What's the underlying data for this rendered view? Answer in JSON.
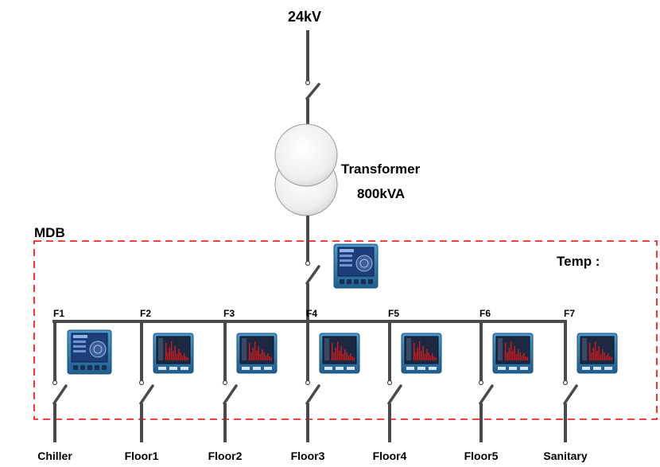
{
  "supply": {
    "voltage": "24kV"
  },
  "transformer": {
    "name": "Transformer",
    "rating": "800kVA"
  },
  "mdb": {
    "label": "MDB",
    "temp_label": "Temp :",
    "border_color": "#ff0000"
  },
  "colors": {
    "line": "#4a4a4a",
    "meter_frame": "#2f7fb5",
    "meter_screen_power": "#2b4d8c",
    "meter_bars": "#cc1111"
  },
  "feeders": [
    {
      "id": "F1",
      "load": "Chiller",
      "meter": "power-analyzer"
    },
    {
      "id": "F2",
      "load": "Floor1",
      "meter": "harmonic-meter"
    },
    {
      "id": "F3",
      "load": "Floor2",
      "meter": "harmonic-meter"
    },
    {
      "id": "F4",
      "load": "Floor3",
      "meter": "harmonic-meter"
    },
    {
      "id": "F5",
      "load": "Floor4",
      "meter": "harmonic-meter"
    },
    {
      "id": "F6",
      "load": "Floor5",
      "meter": "harmonic-meter"
    },
    {
      "id": "F7",
      "load": "Sanitary",
      "meter": "harmonic-meter"
    }
  ]
}
